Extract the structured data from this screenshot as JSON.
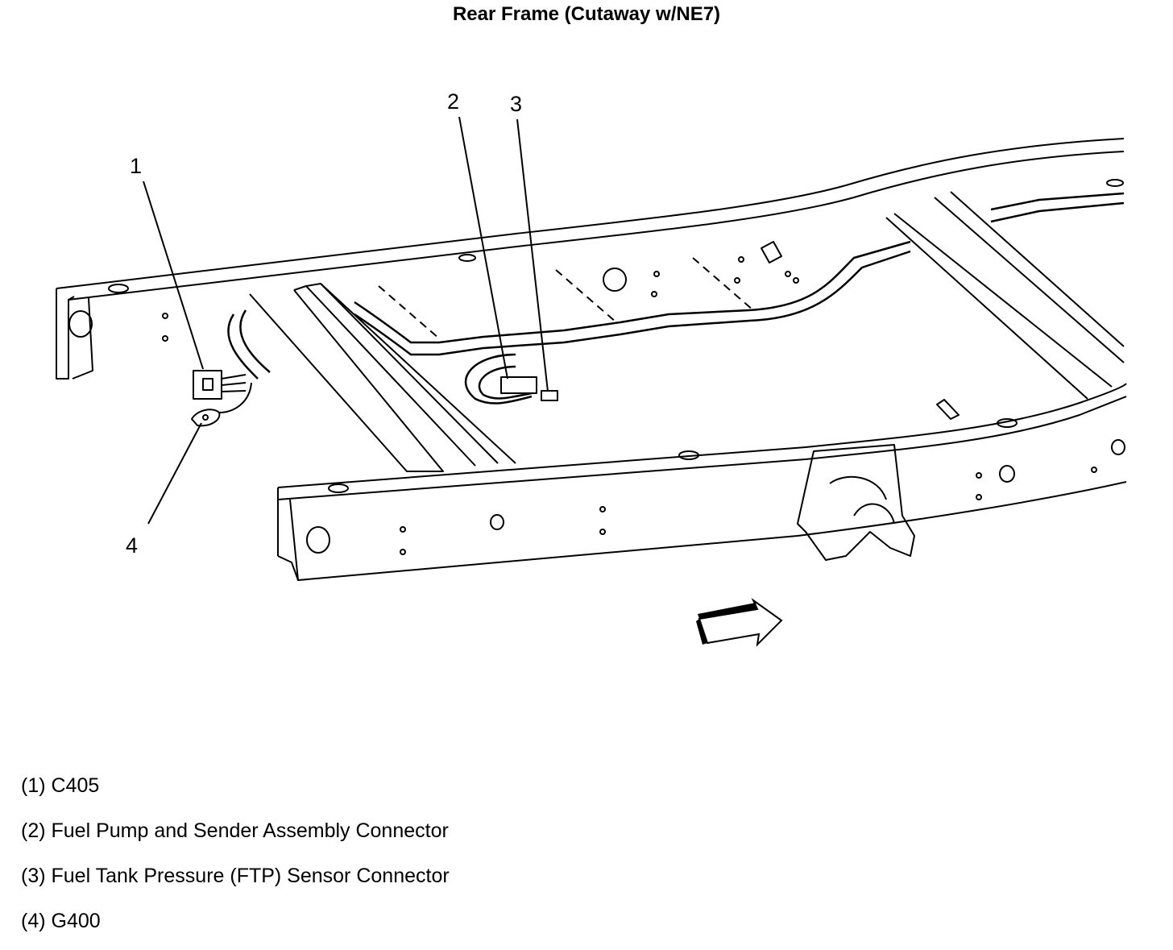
{
  "title": "Rear Frame (Cutaway w/NE7)",
  "callouts": [
    {
      "number": "1",
      "label": "(1) C405"
    },
    {
      "number": "2",
      "label": "(2) Fuel Pump and Sender Assembly Connector"
    },
    {
      "number": "3",
      "label": "(3) Fuel Tank Pressure (FTP) Sensor Connector"
    },
    {
      "number": "4",
      "label": "(4) G400"
    }
  ],
  "colors": {
    "line": "#000000",
    "background": "#ffffff"
  },
  "icons": {
    "direction_arrow": "forward-arrow-icon"
  }
}
